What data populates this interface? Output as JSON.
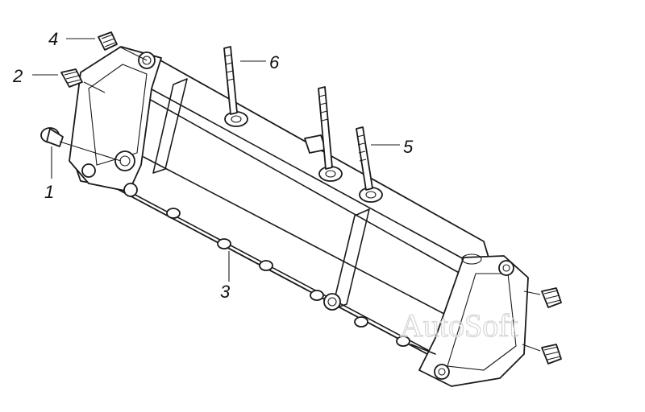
{
  "colors": {
    "line": "#1a1a1a",
    "background": "#ffffff",
    "watermark": "#d6d6d6"
  },
  "callouts": [
    {
      "id": "1",
      "label": "1"
    },
    {
      "id": "2",
      "label": "2"
    },
    {
      "id": "3",
      "label": "3"
    },
    {
      "id": "4",
      "label": "4"
    },
    {
      "id": "5",
      "label": "5"
    },
    {
      "id": "6",
      "label": "6"
    }
  ],
  "watermark": {
    "text": "AutoSoft"
  }
}
